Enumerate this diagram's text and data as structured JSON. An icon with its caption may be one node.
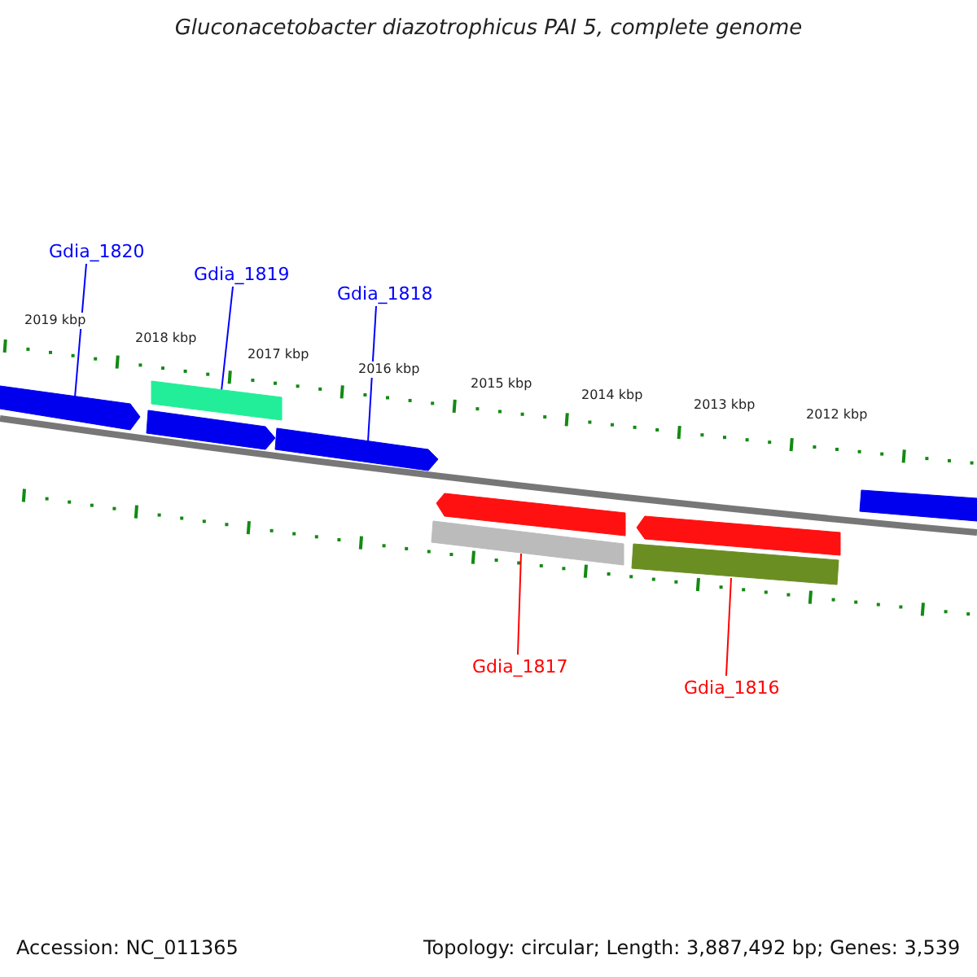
{
  "diagram": {
    "title": "Gluconacetobacter diazotrophicus PAI 5, complete genome",
    "nodes": [
      {
        "text": [
          "Gdia_1820"
        ]
      },
      {
        "text": [
          "Gdia_1819"
        ]
      },
      {
        "text": [
          "Gdia_1818"
        ]
      },
      {
        "text": [
          "Gdia_1817"
        ]
      },
      {
        "text": [
          "Gdia_1816"
        ]
      },
      {
        "text": [],
        "shape": "pentagon"
      },
      {
        "text": [],
        "shape": "bar"
      },
      {
        "text": [],
        "shape": "pentagon"
      },
      {
        "text": [],
        "shape": "pentagon"
      },
      {
        "text": [],
        "shape": "pentagon"
      },
      {
        "text": [],
        "shape": "bar"
      },
      {
        "text": [],
        "shape": "pentagon"
      },
      {
        "text": [],
        "shape": "bar"
      },
      {
        "text": [],
        "shape": "bar"
      }
    ],
    "edges": [
      {
        "from": 0,
        "to": 5,
        "arrow": "none"
      },
      {
        "from": 1,
        "to": 6,
        "arrow": "none"
      },
      {
        "from": 2,
        "to": 8,
        "arrow": "none"
      },
      {
        "from": 3,
        "to": 10,
        "arrow": "none",
        "color": "#ff0000"
      },
      {
        "from": 4,
        "to": 12,
        "arrow": "none",
        "color": "#ff0000"
      }
    ],
    "labels": [
      "2019 kbp",
      "2018 kbp",
      "2017 kbp",
      "2016 kbp",
      "2015 kbp",
      "2014 kbp",
      "2013 kbp",
      "2012 kbp",
      "Accession: NC_011365",
      "Topology: circular; Length: 3,887,492 bp; Genes: 3,539"
    ]
  }
}
